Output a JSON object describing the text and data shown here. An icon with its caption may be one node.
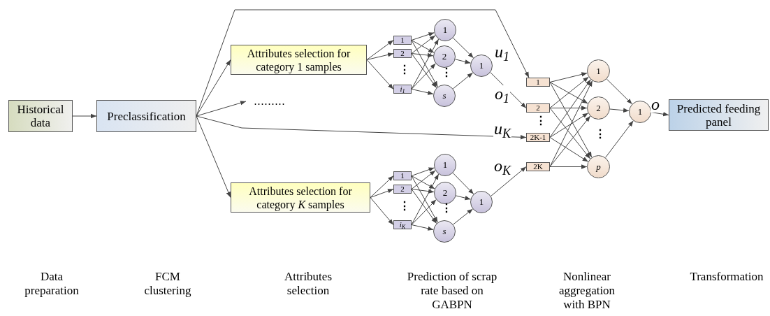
{
  "diagram": {
    "nodes": [
      {
        "text": [
          "Historical data"
        ]
      },
      {
        "text": [
          "Preclassification"
        ]
      },
      {
        "text": [
          "Attributes selection for category 1 samples"
        ]
      },
      {
        "text": [
          "Attributes selection for category *K* samples"
        ]
      },
      {
        "text": [
          "........."
        ]
      },
      {
        "text": [
          "1"
        ]
      },
      {
        "text": [
          "2"
        ]
      },
      {
        "text": [
          "i$_{1}$"
        ]
      },
      {
        "text": [
          "1"
        ]
      },
      {
        "text": [
          "2"
        ]
      },
      {
        "text": [
          "s"
        ]
      },
      {
        "text": [
          "1"
        ]
      },
      {
        "text": [
          "1"
        ]
      },
      {
        "text": [
          "2"
        ]
      },
      {
        "text": [
          "i$_{K}$"
        ]
      },
      {
        "text": [
          "1"
        ]
      },
      {
        "text": [
          "2"
        ]
      },
      {
        "text": [
          "s"
        ]
      },
      {
        "text": [
          "1"
        ]
      },
      {
        "text": [
          "1"
        ]
      },
      {
        "text": [
          "2"
        ]
      },
      {
        "text": [
          "2K-1"
        ]
      },
      {
        "text": [
          "2K"
        ]
      },
      {
        "text": [
          "1"
        ]
      },
      {
        "text": [
          "2"
        ]
      },
      {
        "text": [
          "p"
        ]
      },
      {
        "text": [
          "1"
        ]
      },
      {
        "text": [
          "Predicted feeding panel"
        ]
      }
    ],
    "edges": [
      {
        "from": 0,
        "to": 1,
        "arrow": "to"
      },
      {
        "from": 1,
        "to": 2,
        "arrow": "to"
      },
      {
        "from": 1,
        "to": 4,
        "arrow": "to"
      },
      {
        "from": 1,
        "to": 3,
        "arrow": "to"
      },
      {
        "from": 1,
        "to": 19,
        "arrow": "to",
        "label": "u$_{1}$"
      },
      {
        "from": 1,
        "to": 21,
        "arrow": "to",
        "label": "u$_{K}$"
      },
      {
        "from": 2,
        "to": 5,
        "arrow": "to"
      },
      {
        "from": 2,
        "to": 6,
        "arrow": "to"
      },
      {
        "from": 2,
        "to": 7,
        "arrow": "to"
      },
      {
        "from": 3,
        "to": 12,
        "arrow": "to"
      },
      {
        "from": 3,
        "to": 13,
        "arrow": "to"
      },
      {
        "from": 3,
        "to": 14,
        "arrow": "to"
      },
      {
        "from": 5,
        "to": 8,
        "arrow": "to"
      },
      {
        "from": 5,
        "to": 9,
        "arrow": "to"
      },
      {
        "from": 5,
        "to": 10,
        "arrow": "to"
      },
      {
        "from": 6,
        "to": 8,
        "arrow": "to"
      },
      {
        "from": 6,
        "to": 9,
        "arrow": "to"
      },
      {
        "from": 6,
        "to": 10,
        "arrow": "to"
      },
      {
        "from": 7,
        "to": 8,
        "arrow": "to"
      },
      {
        "from": 7,
        "to": 9,
        "arrow": "to"
      },
      {
        "from": 7,
        "to": 10,
        "arrow": "to"
      },
      {
        "from": 8,
        "to": 11,
        "arrow": "to"
      },
      {
        "from": 9,
        "to": 11,
        "arrow": "to"
      },
      {
        "from": 10,
        "to": 11,
        "arrow": "to"
      },
      {
        "from": 11,
        "to": 20,
        "arrow": "to",
        "label": "o$_{1}$"
      },
      {
        "from": 12,
        "to": 15,
        "arrow": "to"
      },
      {
        "from": 12,
        "to": 16,
        "arrow": "to"
      },
      {
        "from": 12,
        "to": 17,
        "arrow": "to"
      },
      {
        "from": 13,
        "to": 15,
        "arrow": "to"
      },
      {
        "from": 13,
        "to": 16,
        "arrow": "to"
      },
      {
        "from": 13,
        "to": 17,
        "arrow": "to"
      },
      {
        "from": 14,
        "to": 15,
        "arrow": "to"
      },
      {
        "from": 14,
        "to": 16,
        "arrow": "to"
      },
      {
        "from": 14,
        "to": 17,
        "arrow": "to"
      },
      {
        "from": 15,
        "to": 18,
        "arrow": "to"
      },
      {
        "from": 16,
        "to": 18,
        "arrow": "to"
      },
      {
        "from": 17,
        "to": 18,
        "arrow": "to"
      },
      {
        "from": 18,
        "to": 22,
        "arrow": "to",
        "label": "o$_{K}$"
      },
      {
        "from": 19,
        "to": 23,
        "arrow": "to"
      },
      {
        "from": 19,
        "to": 24,
        "arrow": "to"
      },
      {
        "from": 19,
        "to": 25,
        "arrow": "to"
      },
      {
        "from": 20,
        "to": 23,
        "arrow": "to"
      },
      {
        "from": 20,
        "to": 24,
        "arrow": "to"
      },
      {
        "from": 20,
        "to": 25,
        "arrow": "to"
      },
      {
        "from": 21,
        "to": 23,
        "arrow": "to"
      },
      {
        "from": 21,
        "to": 24,
        "arrow": "to"
      },
      {
        "from": 21,
        "to": 25,
        "arrow": "to"
      },
      {
        "from": 22,
        "to": 23,
        "arrow": "to"
      },
      {
        "from": 22,
        "to": 24,
        "arrow": "to"
      },
      {
        "from": 22,
        "to": 25,
        "arrow": "to"
      },
      {
        "from": 23,
        "to": 26,
        "arrow": "to"
      },
      {
        "from": 24,
        "to": 26,
        "arrow": "to"
      },
      {
        "from": 25,
        "to": 26,
        "arrow": "to"
      },
      {
        "from": 26,
        "to": 27,
        "arrow": "to",
        "label": "o"
      }
    ],
    "labels": [
      "⋮",
      "⋮",
      "⋮",
      "⋮",
      "⋮",
      "⋮",
      "Data preparation",
      "FCM clustering",
      "Attributes selection",
      "Prediction of scrap rate based on GABPN",
      "Nonlinear aggregation with BPN",
      "Transformation"
    ]
  }
}
